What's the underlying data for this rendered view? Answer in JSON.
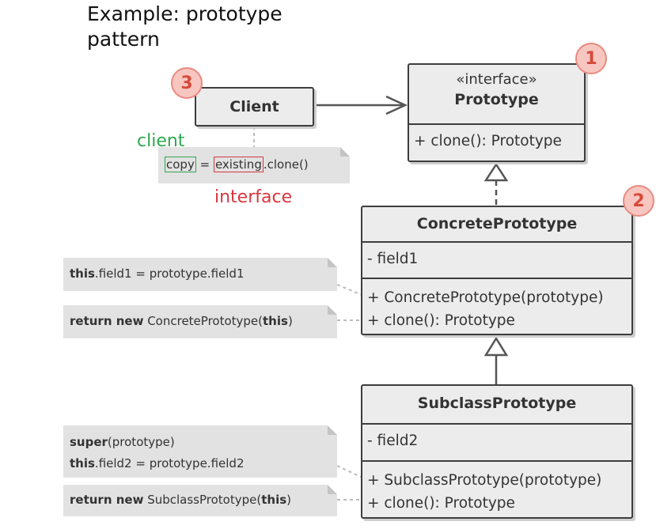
{
  "title": "Example: prototype pattern",
  "client": {
    "name": "Client",
    "badge": "3"
  },
  "client_note": {
    "copy": "copy",
    "eq": " = ",
    "existing": "existing",
    "call": ".clone()"
  },
  "annotations": {
    "client": "client",
    "interface": "interface"
  },
  "prototype": {
    "stereotype": "«interface»",
    "name": "Prototype",
    "method": "+ clone(): Prototype",
    "badge": "1"
  },
  "concrete": {
    "name": "ConcretePrototype",
    "field": "- field1",
    "constructor": "+ ConcretePrototype(prototype)",
    "method": "+ clone(): Prototype",
    "badge": "2"
  },
  "concrete_notes": {
    "ctor_kw": "this",
    "ctor_rest": ".field1 = prototype.field1",
    "clone_kw1": "return new",
    "clone_mid": " ConcretePrototype(",
    "clone_kw2": "this",
    "clone_end": ")"
  },
  "subclass": {
    "name": "SubclassPrototype",
    "field": "- field2",
    "constructor": "+ SubclassPrototype(prototype)",
    "method": "+ clone(): Prototype"
  },
  "subclass_notes": {
    "super_kw": "super",
    "super_rest": "(prototype)",
    "this_kw": "this",
    "this_rest": ".field2 = prototype.field2",
    "clone_kw1": "return new",
    "clone_mid": " SubclassPrototype(",
    "clone_kw2": "this",
    "clone_end": ")"
  },
  "colors": {
    "client_label": "#2fa84f",
    "interface_label": "#d9363e",
    "badge": "#d64a3b"
  }
}
